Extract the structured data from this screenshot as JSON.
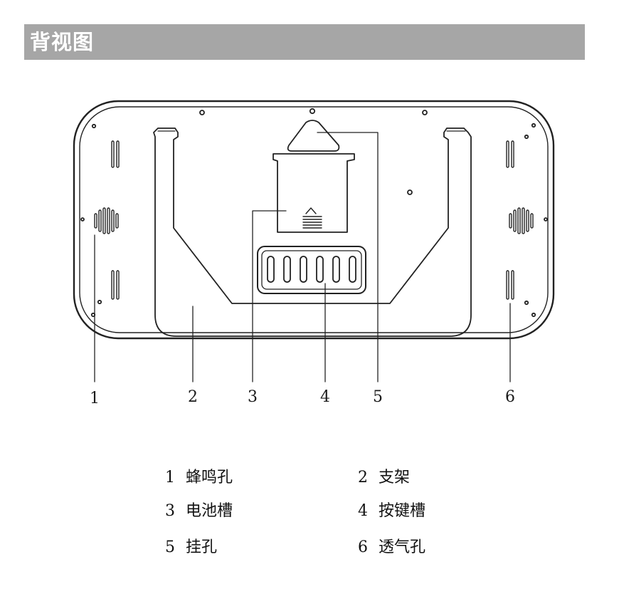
{
  "header": {
    "title": "背视图"
  },
  "diagram": {
    "callouts": [
      "1",
      "2",
      "3",
      "4",
      "5",
      "6"
    ]
  },
  "legend": [
    {
      "num": "1",
      "label": "蜂鸣孔"
    },
    {
      "num": "2",
      "label": "支架"
    },
    {
      "num": "3",
      "label": "电池槽"
    },
    {
      "num": "4",
      "label": "按键槽"
    },
    {
      "num": "5",
      "label": "挂孔"
    },
    {
      "num": "6",
      "label": "透气孔"
    }
  ]
}
